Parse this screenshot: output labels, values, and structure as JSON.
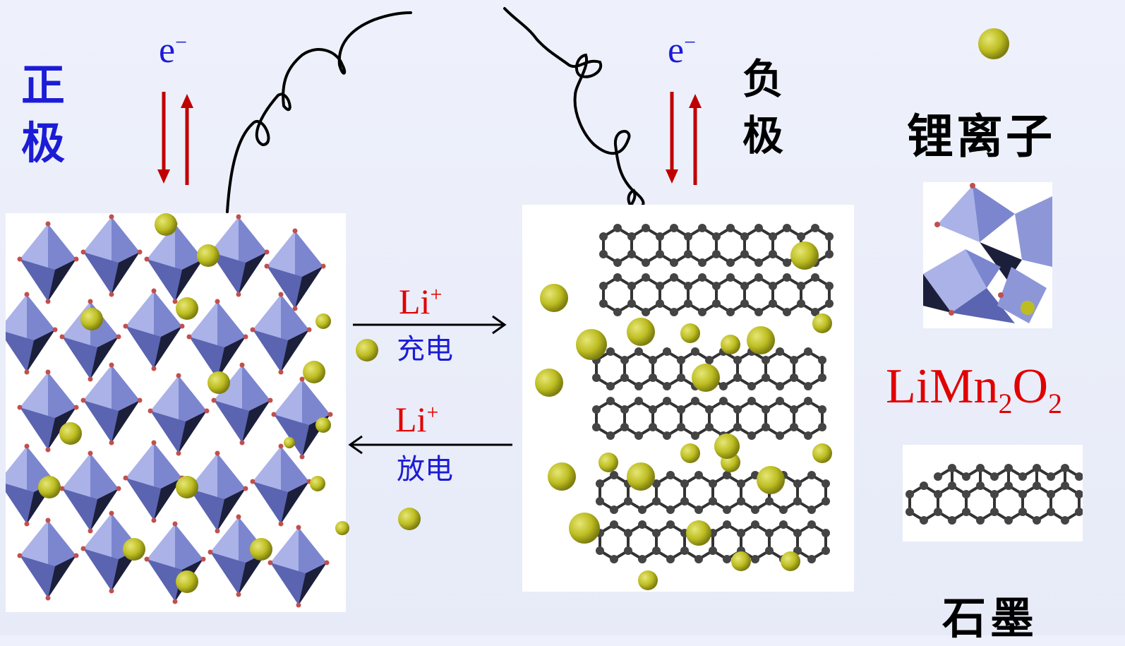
{
  "labels": {
    "cathode_char1": "正",
    "cathode_char2": "极",
    "anode_char1": "负",
    "anode_char2": "极",
    "electron_left": "e",
    "electron_left_sup": "−",
    "electron_right": "e",
    "electron_right_sup": "−",
    "li_charge": "Li",
    "li_charge_sup": "+",
    "charge": "充电",
    "li_discharge": "Li",
    "li_discharge_sup": "+",
    "discharge": "放电"
  },
  "legend": {
    "lithium_ion": "锂离子",
    "formula_main": "LiMn",
    "formula_sub1": "2",
    "formula_o": "O",
    "formula_sub2": "2",
    "graphite": "石墨"
  },
  "colors": {
    "electron_text": "#1c1cd6",
    "li_text": "#e00000",
    "arrow_red": "#c00000",
    "octahedron": "#8d97d8",
    "li_ball": "#b9b81e",
    "graphite_atom": "#444444"
  }
}
